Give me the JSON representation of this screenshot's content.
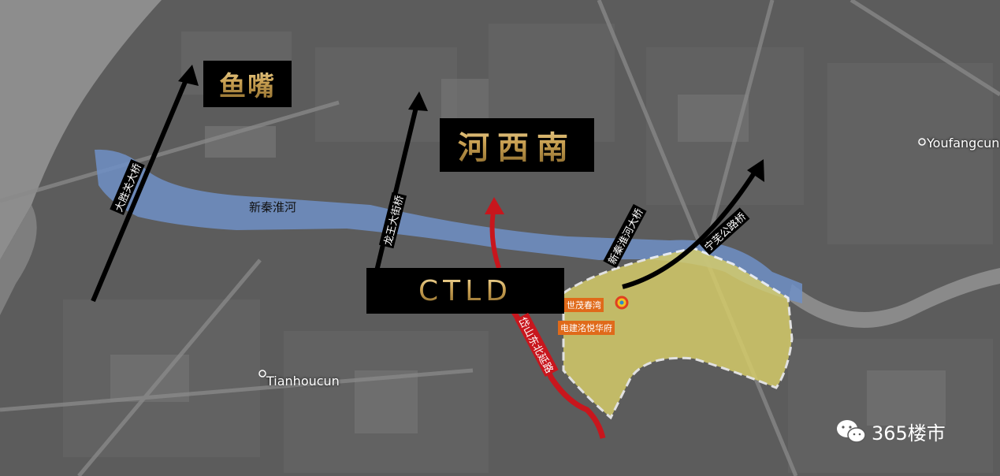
{
  "labels": {
    "yuzui": "鱼嘴",
    "hexinan": "河西南",
    "ctld": "CTLD",
    "river": "新秦淮河",
    "bridge_dasheng": "大胜关大桥",
    "bridge_longwang": "龙王大街桥",
    "bridge_xinqinhuai": "新秦淮河大桥",
    "road_ningwu": "宁芜公路桥",
    "road_daishan": "岱山东北延路",
    "project_shimao": "世茂春湾",
    "project_dianjian": "电建洺悦华府",
    "place_youfang": "Youfangcun",
    "place_tianhou": "Tianhoucun",
    "watermark": "365楼市"
  },
  "colors": {
    "river": "#6f8fc6",
    "zone": "#d9cf6a",
    "arrow_black": "#000000",
    "arrow_red": "#c8161d",
    "tag": "#e06a1a"
  }
}
